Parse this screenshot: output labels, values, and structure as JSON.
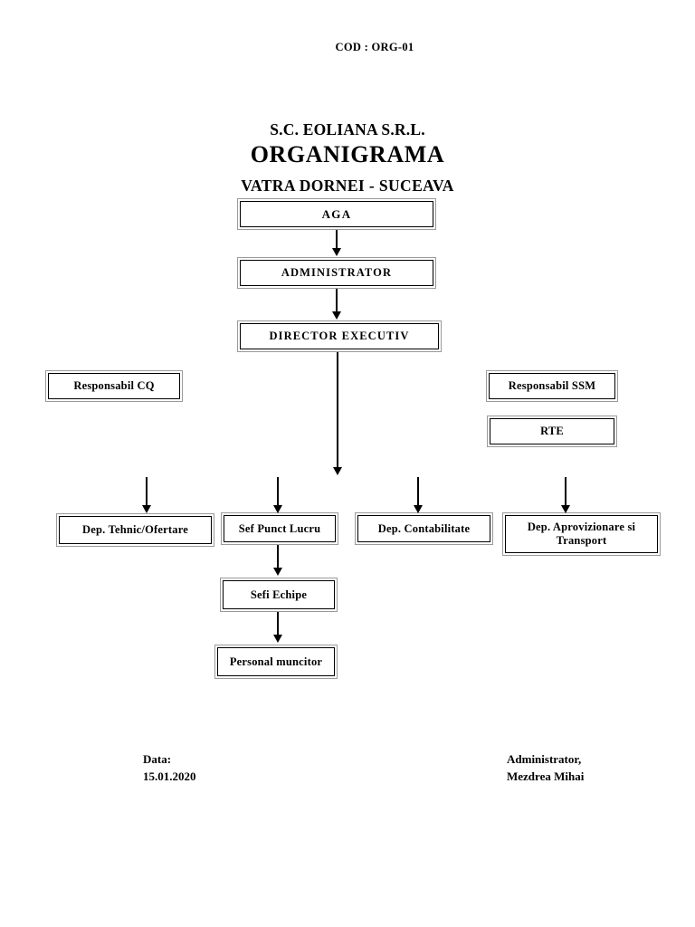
{
  "header": {
    "code": "COD : ORG-01",
    "company_line1": "S.C. EOLIANA S.R.L.",
    "company_line2": "VATRA DORNEI - SUCEAVA",
    "title": "ORGANIGRAMA"
  },
  "chart_data": {
    "type": "diagram",
    "title": "ORGANIGRAMA",
    "nodes": [
      {
        "id": "aga",
        "label": "AGA"
      },
      {
        "id": "administrator",
        "label": "ADMINISTRATOR"
      },
      {
        "id": "director",
        "label": "DIRECTOR EXECUTIV"
      },
      {
        "id": "resp_cq",
        "label": "Responsabil CQ"
      },
      {
        "id": "resp_ssm",
        "label": "Responsabil SSM"
      },
      {
        "id": "rte",
        "label": "RTE"
      },
      {
        "id": "dep_tehnic",
        "label": "Dep. Tehnic/Ofertare"
      },
      {
        "id": "sef_punct",
        "label": "Sef Punct Lucru"
      },
      {
        "id": "dep_contab",
        "label": "Dep. Contabilitate"
      },
      {
        "id": "dep_aprov",
        "label": "Dep. Aprovizionare si\nTransport"
      },
      {
        "id": "sefi_echipe",
        "label": "Sefi  Echipe"
      },
      {
        "id": "personal",
        "label": "Personal muncitor"
      }
    ],
    "edges": [
      {
        "from": "aga",
        "to": "administrator"
      },
      {
        "from": "administrator",
        "to": "director"
      },
      {
        "from": "director",
        "to": "dep_tehnic"
      },
      {
        "from": "director",
        "to": "sef_punct"
      },
      {
        "from": "director",
        "to": "dep_contab"
      },
      {
        "from": "director",
        "to": "dep_aprov"
      },
      {
        "from": "sef_punct",
        "to": "sefi_echipe"
      },
      {
        "from": "sefi_echipe",
        "to": "personal"
      }
    ],
    "unconnected_nodes": [
      "resp_cq",
      "resp_ssm",
      "rte"
    ]
  },
  "footer": {
    "date_block": "Data:\n15.01.2020",
    "signature_block": "Administrator,\n Mezdrea Mihai"
  }
}
